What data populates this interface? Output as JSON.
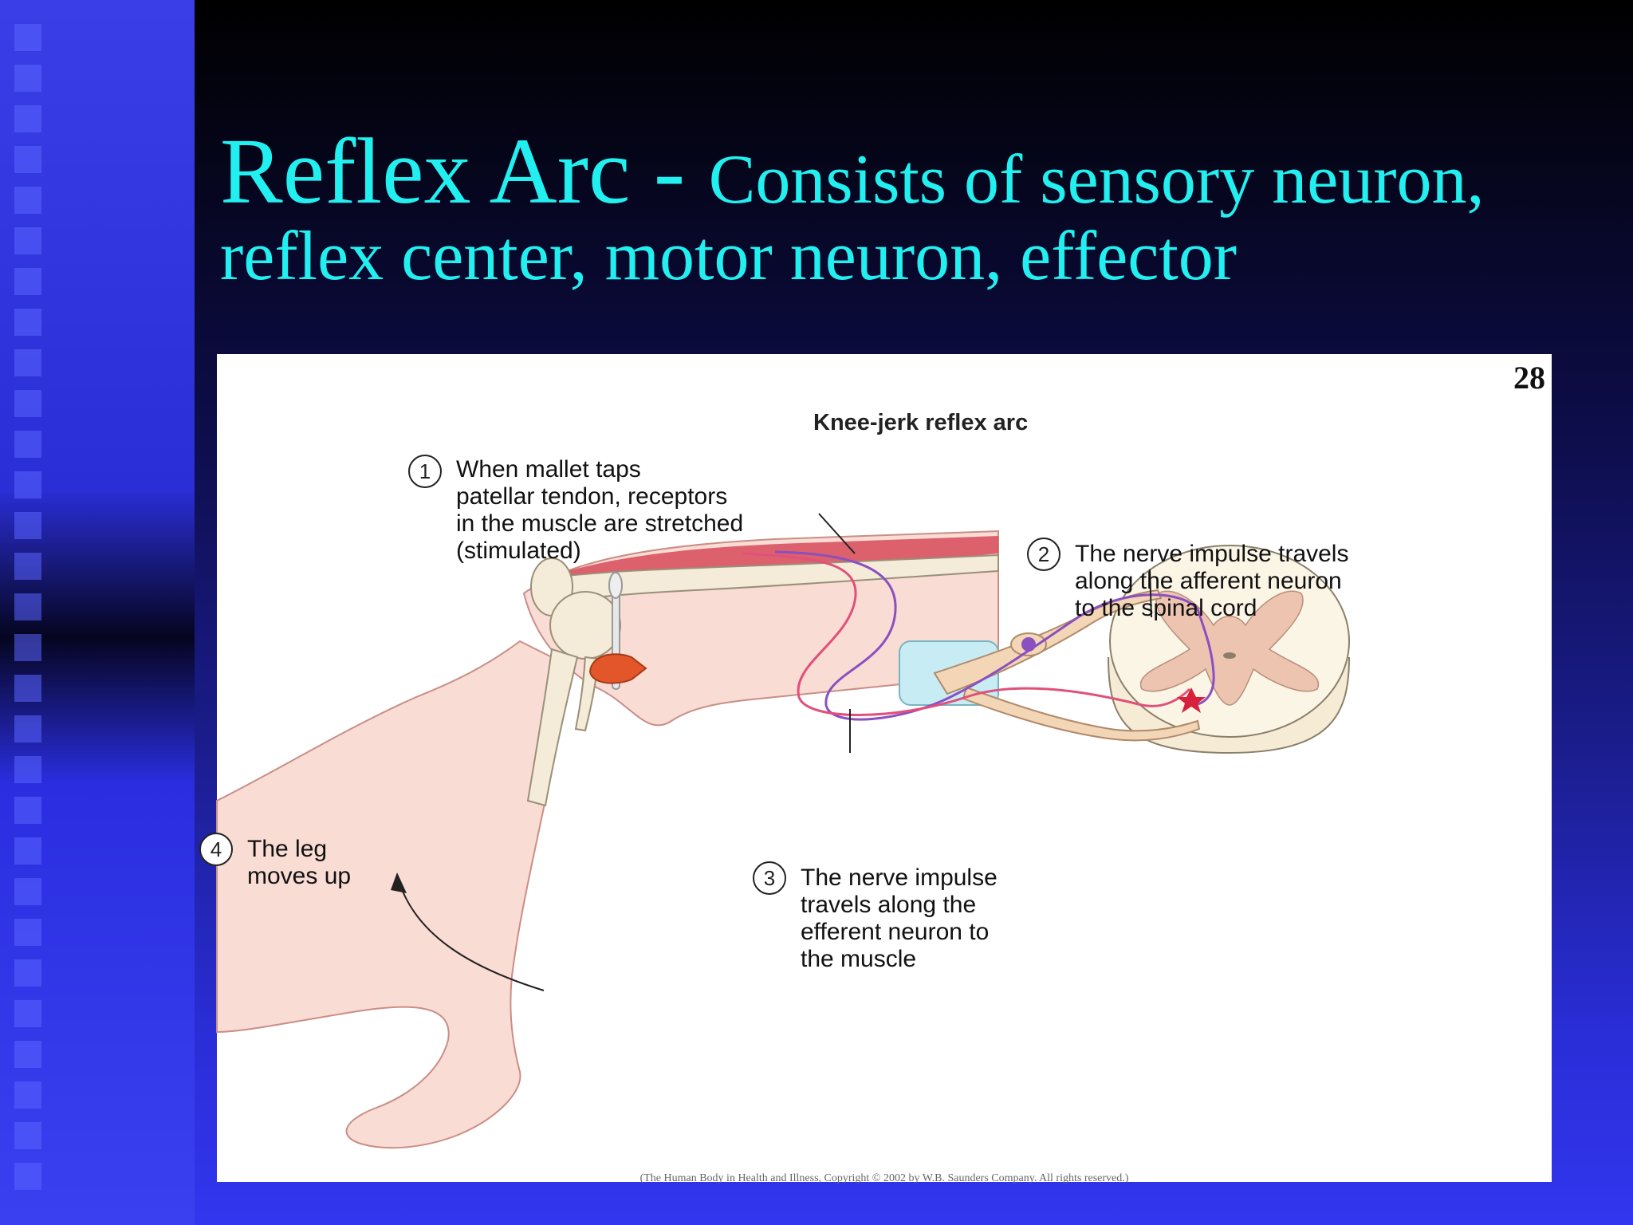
{
  "slide": {
    "title_main": "Reflex Arc - ",
    "title_sub_line1": "Consists of sensory neuron,",
    "title_sub_line2": "reflex center, motor neuron, effector",
    "title_color": "#22f0f0"
  },
  "figure": {
    "page_number": "28",
    "title": "Knee-jerk reflex arc",
    "credit": "(The Human Body in Health and Illness, Copyright © 2002 by W.B. Saunders Company. All rights reserved.)",
    "steps": [
      {
        "number": "1",
        "text": "When mallet taps\npatellar tendon, receptors\nin the muscle are stretched\n(stimulated)"
      },
      {
        "number": "2",
        "text": "The nerve impulse travels\nalong the afferent neuron\nto the spinal cord"
      },
      {
        "number": "3",
        "text": "The nerve impulse\ntravels along the\nefferent neuron to\nthe muscle"
      },
      {
        "number": "4",
        "text": "The leg\nmoves up"
      }
    ],
    "colors": {
      "skin": "#f9dcd4",
      "bone": "#f4ecd8",
      "muscle": "#d84a5a",
      "afferent_neuron": "#8a4fc0",
      "efferent_neuron": "#e0507a",
      "grey_matter": "#ecc4b0",
      "mallet_head": "#e2562a",
      "cushion": "#c8ecf4"
    }
  }
}
